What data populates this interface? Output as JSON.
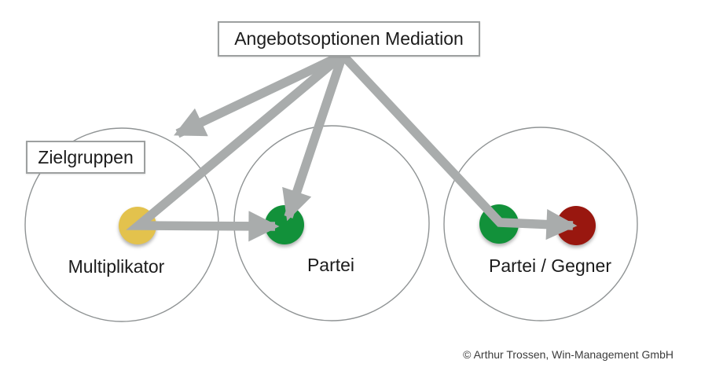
{
  "diagram": {
    "title": "Angebotsoptionen Mediation",
    "group_label": "Zielgruppen",
    "circles": [
      {
        "id": "multiplikator",
        "label": "Multiplikator",
        "dots": [
          "yellow"
        ]
      },
      {
        "id": "partei",
        "label": "Partei",
        "dots": [
          "green"
        ]
      },
      {
        "id": "partei-gegner",
        "label": "Partei / Gegner",
        "dots": [
          "green",
          "red"
        ]
      }
    ],
    "arrows": [
      {
        "from": "Angebotsoptionen Mediation",
        "to": "Zielgruppen / Multiplikator-Kreis"
      },
      {
        "from": "Angebotsoptionen Mediation",
        "via": "Multiplikator (gelber Punkt)",
        "to": "Partei (grüner Punkt)"
      },
      {
        "from": "Angebotsoptionen Mediation",
        "to": "Partei (grüner Punkt)"
      },
      {
        "from": "Angebotsoptionen Mediation",
        "via": "Partei (grüner Punkt)",
        "to": "Gegner (roter Punkt)"
      }
    ],
    "copyright": "© Arthur Trossen, Win-Management GmbH",
    "colors": {
      "arrow": "#A9ACAC",
      "circle_stroke": "#8F9394",
      "dot_yellow": "#E3C24D",
      "dot_green": "#12913A",
      "dot_red": "#99170F"
    }
  }
}
